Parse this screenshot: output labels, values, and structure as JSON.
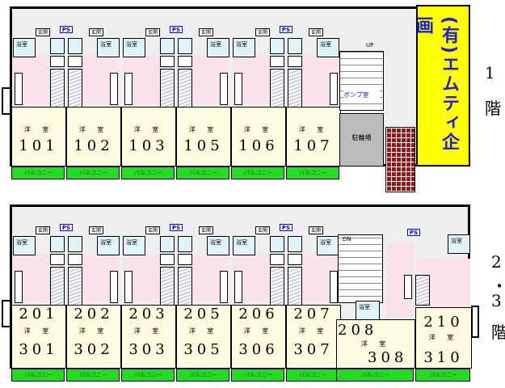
{
  "labels": {
    "bath": "浴室",
    "entrance": "玄関",
    "ps": "PS",
    "room": "洋 室",
    "balcony": "バルコニー",
    "up": "UP",
    "dn": "DN",
    "pump": "ポンプ室",
    "bike": "駐輪場"
  },
  "company": "(有)エムティ企画",
  "floor1": {
    "side": [
      "1",
      "階"
    ],
    "units": [
      {
        "no": "101"
      },
      {
        "no": "102"
      },
      {
        "no": "103"
      },
      {
        "no": "105"
      },
      {
        "no": "106"
      },
      {
        "no": "107"
      }
    ]
  },
  "floor23": {
    "side": [
      "2",
      "・",
      "3",
      "階"
    ],
    "units": [
      {
        "no": "201",
        "no2": "301"
      },
      {
        "no": "202",
        "no2": "302"
      },
      {
        "no": "203",
        "no2": "303"
      },
      {
        "no": "205",
        "no2": "305"
      },
      {
        "no": "206",
        "no2": "306"
      },
      {
        "no": "207",
        "no2": "307"
      }
    ],
    "unit208": {
      "no": "208",
      "no2": "308"
    },
    "unit210": {
      "no": "210",
      "no2": "310"
    }
  },
  "colors": {
    "balcony": "#22dd22",
    "company_bg": "#ffff00",
    "company_text": "#2222cc",
    "brick": "#8b1a1a"
  }
}
